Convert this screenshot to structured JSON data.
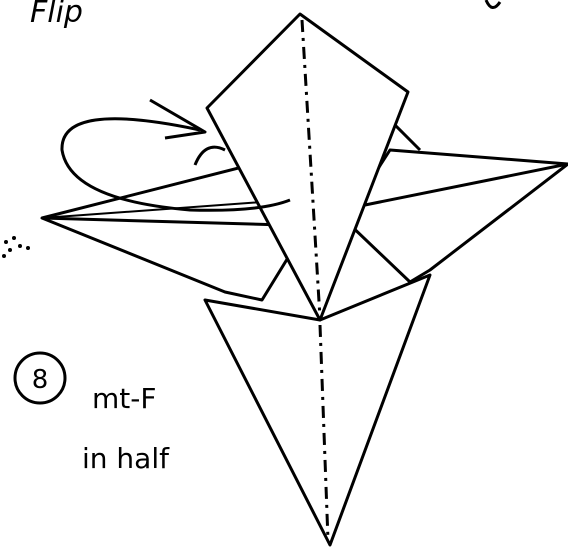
{
  "header": {
    "left_note": "Flip"
  },
  "step": {
    "number": "8",
    "line1": "mt-F",
    "line2": "in half"
  },
  "colors": {
    "ink": "#000000",
    "paper": "#ffffff"
  }
}
